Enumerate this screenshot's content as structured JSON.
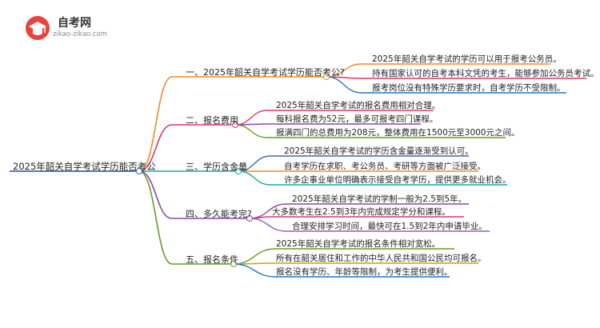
{
  "site": {
    "title": "自考网",
    "domain": "zikao-zikao.com"
  },
  "root": "2025年韶关自学考试学历能否考公",
  "branches": [
    {
      "label": "一、2025年韶关自学考试学历能否考公?",
      "color": "#f08a24",
      "leaves": [
        "2025年韶关自学考试的学历可以用于报考公务员。",
        "持有国家认可的自考本科文凭的考生，能够参加公务员考试。",
        "报考岗位没有特殊学历要求时，自考学历不受限制。"
      ]
    },
    {
      "label": "二、报名费用",
      "color": "#e0336e",
      "leaves": [
        "2025年韶关自学考试的报名费用相对合理。",
        "每科报名费为52元，最多可报考四门课程。",
        "报满四门的总费用为208元，整体费用在1500元至3000元之间。"
      ]
    },
    {
      "label": "三、学历含金量",
      "color": "#17a8a0",
      "leaves": [
        "2025年韶关自学考试的学历含金量逐渐受到认可。",
        "自考学历在求职、考公务员、考研等方面被广泛接受。",
        "许多企事业单位明确表示接受自考学历，提供更多就业机会。"
      ]
    },
    {
      "label": "四、多久能考完?",
      "color": "#8e44ad",
      "leaves": [
        "2025年韶关自学考试的学制一般为2.5到5年。",
        "大多数考生在2.5到3年内完成规定学分和课程。",
        "合理安排学习时间，最快可在1.5到2年内申请毕业。"
      ]
    },
    {
      "label": "五、报名条件",
      "color": "#6a9a1f",
      "leaves": [
        "2025年韶关自学考试的报名条件相对宽松。",
        "所有在韶关居住和工作的中华人民共和国公民均可报名。",
        "报名没有学历、年龄等限制，为考生提供便利。"
      ]
    }
  ],
  "colors": {
    "root_line": "#3a66b0",
    "leaf_line_3": "#1f77c7"
  }
}
